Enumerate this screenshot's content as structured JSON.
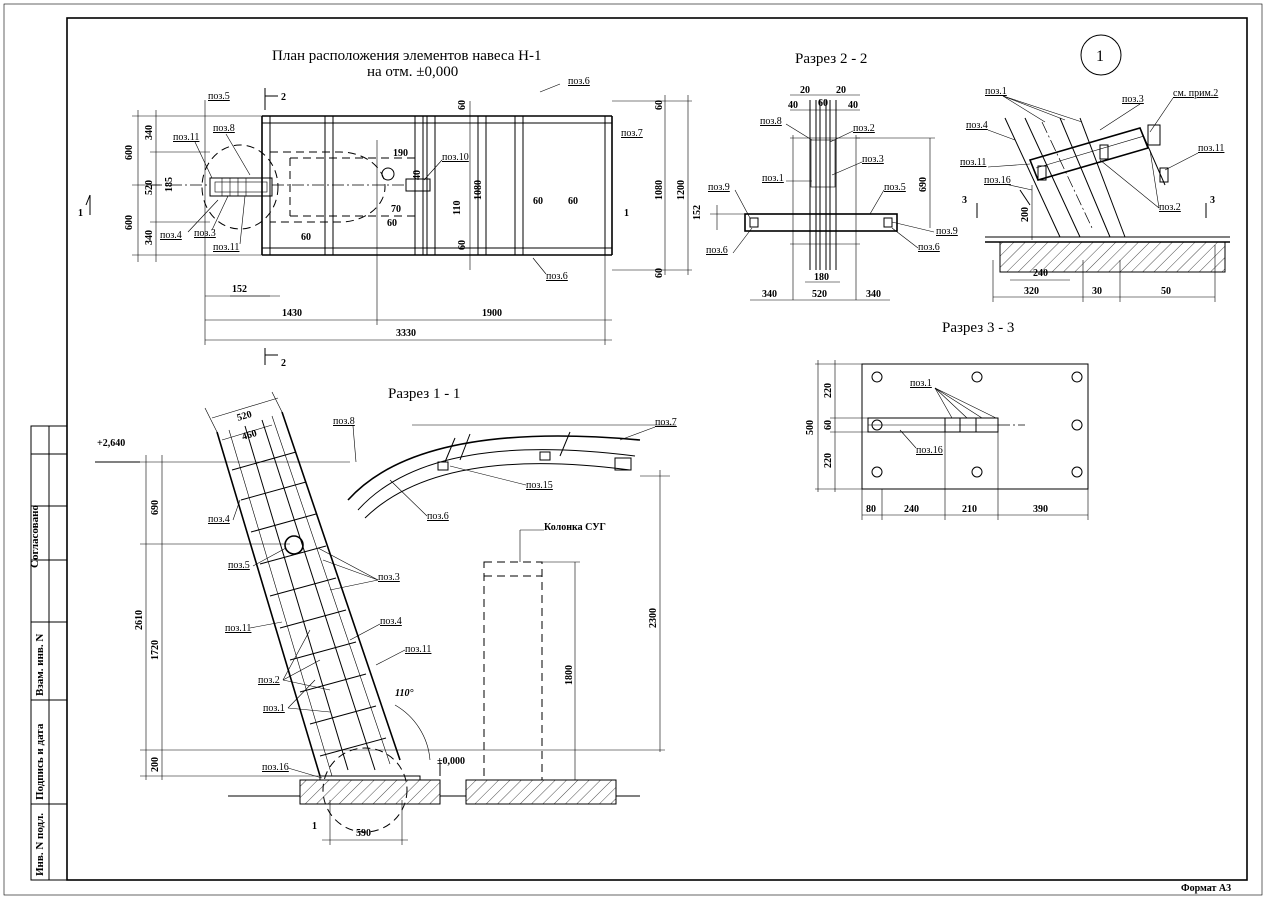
{
  "sheet": {
    "number": "1",
    "format": "Формат А3",
    "stamp": {
      "agreed": "Согласовано",
      "replaced_inv": "Взам. инв. N",
      "sign_date": "Подпись и дата",
      "inv_orig": "Инв. N подл."
    }
  },
  "plan": {
    "title_line1": "План расположения элементов навеса Н-1",
    "title_line2": "на отм. ±0,000",
    "cut_mark": "2",
    "side_mark": "1",
    "dims_left": [
      "600",
      "600",
      "340",
      "520",
      "340",
      "185"
    ],
    "dims_right": [
      "60",
      "1080",
      "1200",
      "60"
    ],
    "dims_bottom": [
      "152",
      "1430",
      "1900",
      "3330"
    ],
    "dims_inner": [
      "190",
      "40",
      "110",
      "70",
      "60",
      "60",
      "60",
      "1080",
      "60",
      "60",
      "60"
    ],
    "labels": {
      "p5": "поз.5",
      "p11a": "поз.11",
      "p8": "поз.8",
      "p4": "поз.4",
      "p3": "поз.3",
      "p11b": "поз.11",
      "p6a": "поз.6",
      "p6b": "поз.6",
      "p7": "поз.7",
      "p10": "поз.10"
    }
  },
  "section22": {
    "title": "Разрез 2 - 2",
    "dims_top": [
      "20",
      "60",
      "20",
      "40",
      "40"
    ],
    "dims_bottom": [
      "180",
      "340",
      "520",
      "340"
    ],
    "dims_side": [
      "690",
      "152"
    ],
    "labels": {
      "p8": "поз.8",
      "p2": "поз.2",
      "p3": "поз.3",
      "p1": "поз.1",
      "p9a": "поз.9",
      "p5": "поз.5",
      "p6a": "поз.6",
      "p9b": "поз.9",
      "p6b": "поз.6"
    }
  },
  "detail1": {
    "labels": {
      "p1": "поз.1",
      "p3": "поз.3",
      "note": "см. прим.2",
      "p4": "поз.4",
      "p11a": "поз.11",
      "p11b": "поз.11",
      "p16": "поз.16",
      "p2": "поз.2"
    },
    "dims": [
      "200",
      "240",
      "320",
      "30",
      "50"
    ],
    "cut": "3"
  },
  "section33": {
    "title": "Разрез 3 - 3",
    "dims_left": [
      "500",
      "220",
      "60",
      "220"
    ],
    "dims_bottom": [
      "80",
      "240",
      "210",
      "390"
    ],
    "labels": {
      "p1": "поз.1",
      "p16": "поз.16"
    }
  },
  "section11": {
    "title": "Разрез 1 - 1",
    "elev_top": "+2,640",
    "elev_zero": "±0,000",
    "column": "Колонка СУГ",
    "angle": "110°",
    "dims_left": [
      "690",
      "1720",
      "2610",
      "200"
    ],
    "dims_right": [
      "2300",
      "1800"
    ],
    "dims_bottom": [
      "590"
    ],
    "dims_top": [
      "520",
      "460"
    ],
    "detail_ref": "1",
    "labels": {
      "p8": "поз.8",
      "p7": "поз.7",
      "p15": "поз.15",
      "p6": "поз.6",
      "p4a": "поз.4",
      "p5": "поз.5",
      "p3": "поз.3",
      "p11a": "поз.11",
      "p4b": "поз.4",
      "p11b": "поз.11",
      "p2": "поз.2",
      "p1": "поз.1",
      "p16": "поз.16"
    }
  }
}
